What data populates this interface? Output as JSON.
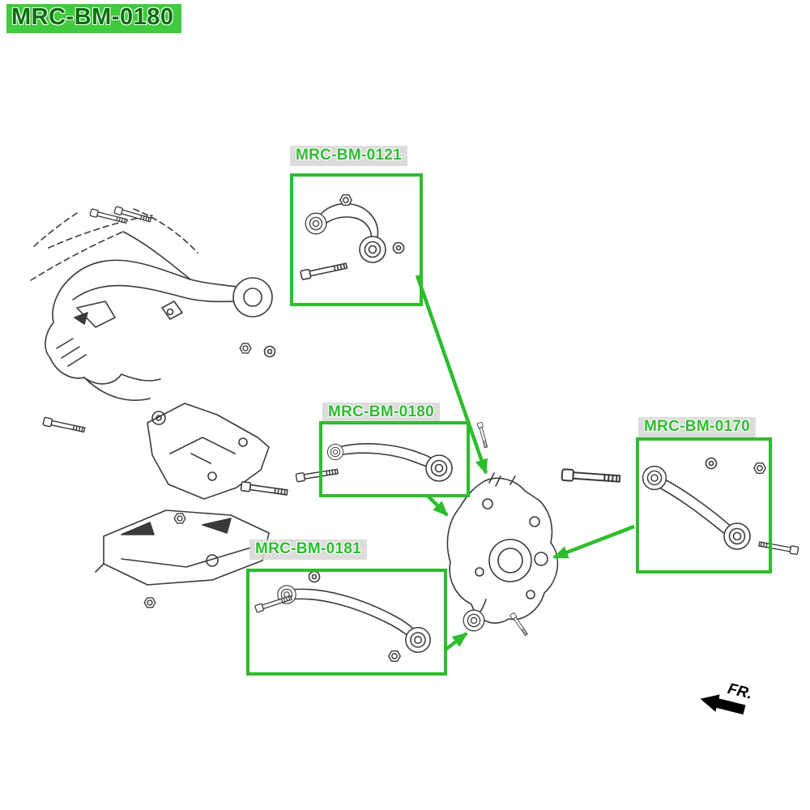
{
  "page": {
    "title": "MRC-BM-0180"
  },
  "colors": {
    "accent_green": "#2dbd2d",
    "title_bg": "#3ecb3e",
    "title_text": "#0c6e0c",
    "label_bg": "#d6d6d6",
    "label_text": "#2dbd2d",
    "line_art": "#3a3a3a",
    "fr_marker_color": "#000000"
  },
  "callouts": [
    {
      "label": "MRC-BM-0121"
    },
    {
      "label": "MRC-BM-0180"
    },
    {
      "label": "MRC-BM-0170"
    },
    {
      "label": "MRC-BM-0181"
    }
  ],
  "fr_marker": {
    "label": "FR."
  }
}
